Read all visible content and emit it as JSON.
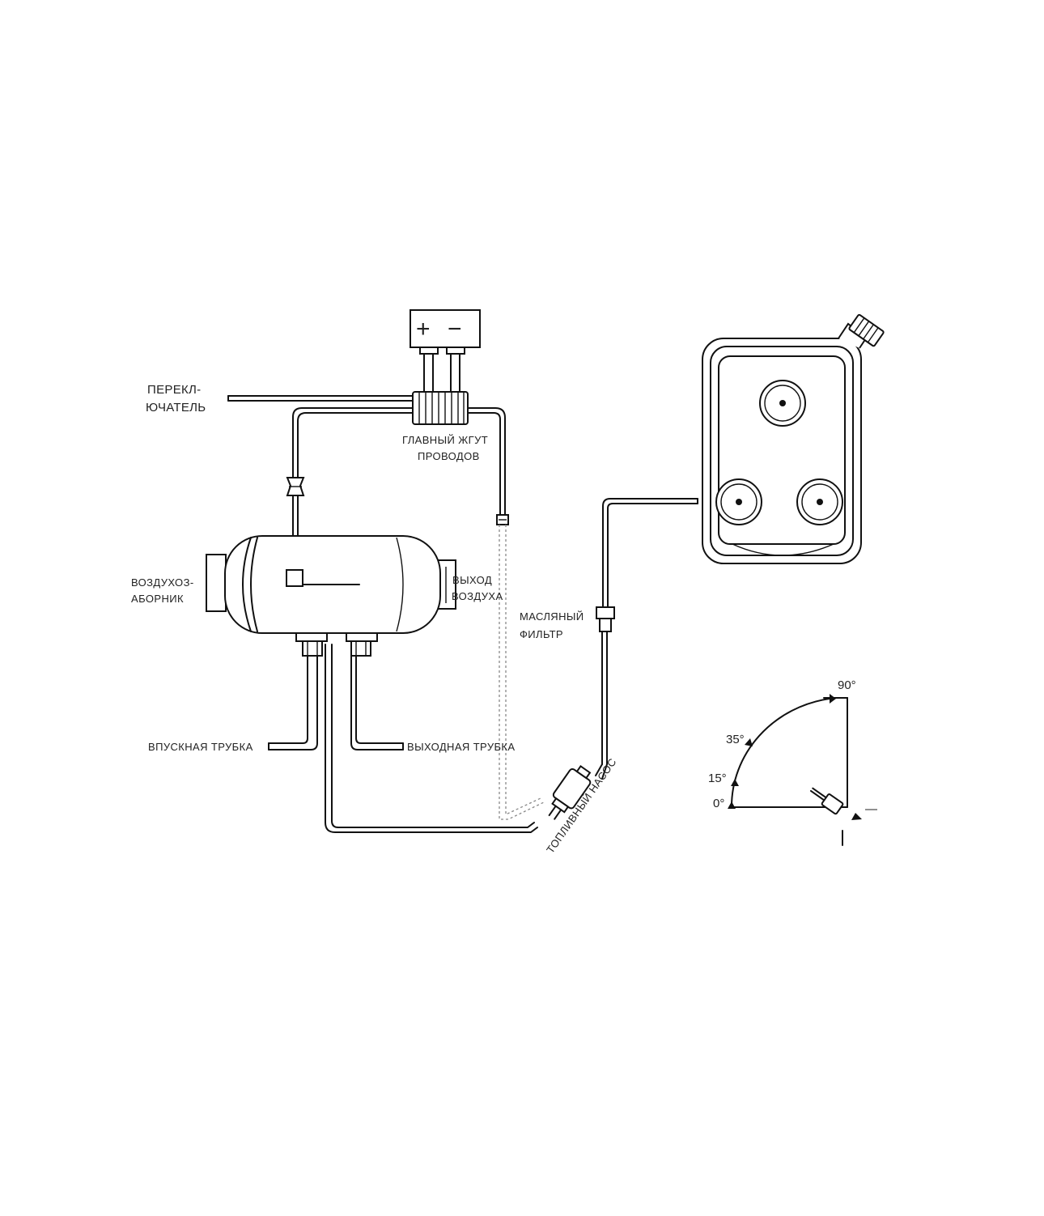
{
  "labels": {
    "switch_line1": "ПЕРЕКЛ-",
    "switch_line2": "ЮЧАТЕЛЬ",
    "harness_line1": "ГЛАВНЫЙ ЖГУТ",
    "harness_line2": "ПРОВОДОВ",
    "air_intake_line1": "ВОЗДУХОЗ-",
    "air_intake_line2": "АБОРНИК",
    "air_outlet_line1": "ВЫХОД",
    "air_outlet_line2": "ВОЗДУХА",
    "oil_filter_line1": "МАСЛЯНЫЙ",
    "oil_filter_line2": "ФИЛЬТР",
    "intake_pipe": "ВПУСКНАЯ ТРУБКА",
    "outlet_pipe": "ВЫХОДНАЯ ТРУБКА",
    "fuel_pump": "ТОПЛИВНЫЙ НАСОС"
  },
  "battery": {
    "plus": "+",
    "minus": "−"
  },
  "angle_gauge": {
    "deg_0": "0°",
    "deg_15": "15°",
    "deg_35": "35°",
    "deg_90": "90°",
    "mark_minus": "—",
    "mark_i": "I"
  },
  "colors": {
    "line": "#111111",
    "text": "#222222",
    "background": "#ffffff"
  }
}
